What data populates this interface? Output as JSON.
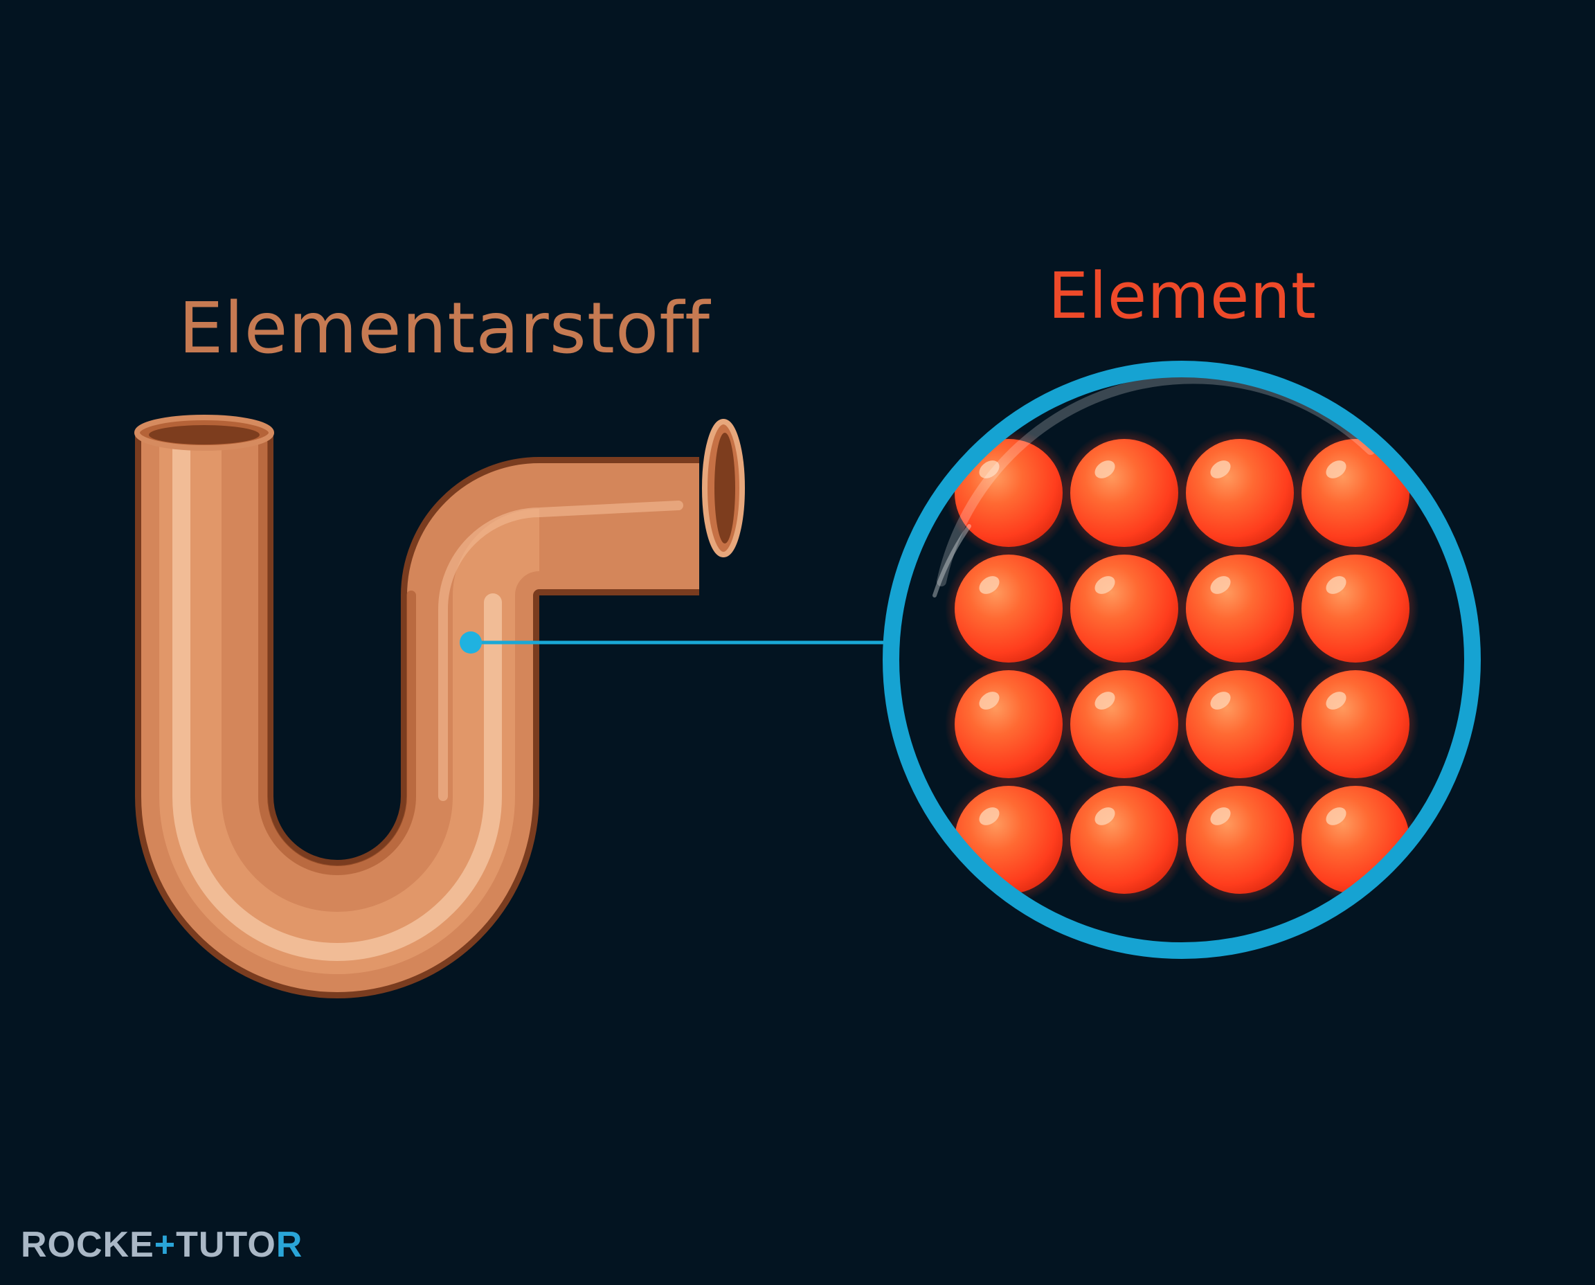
{
  "labels": {
    "substance": "Elementarstoff",
    "element": "Element"
  },
  "brand": {
    "part1": "ROCKE",
    "plus": "+",
    "part2": "TUTO",
    "part3": "R"
  },
  "icons": {
    "pipe": "copper-pipe-icon",
    "atom": "atom-sphere-icon",
    "magnifier": "magnifier-circle-icon"
  },
  "colors": {
    "background": "#031421",
    "copper": "#d9895e",
    "connector": "#1aa8d6",
    "atom": "#ff4a22",
    "substance_label": "#c67a52",
    "element_label": "#ee4a2a"
  },
  "atom_grid": {
    "rows": 4,
    "cols": 4
  }
}
